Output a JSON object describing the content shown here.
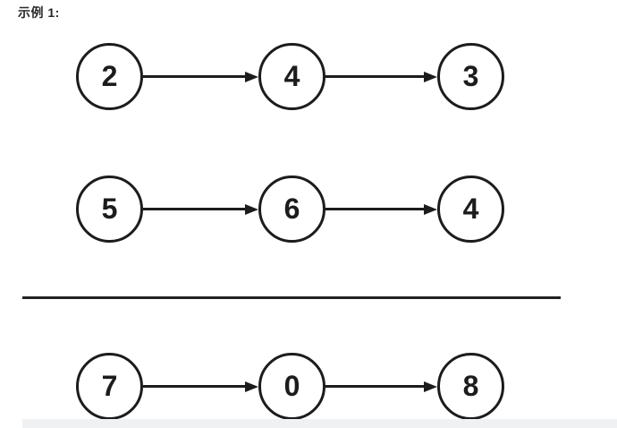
{
  "example_label": "示例 1:",
  "diagram": {
    "type": "linked-lists",
    "description": "Three singly linked lists of digit nodes connected by right-pointing arrows; the third list below a horizontal separator line.",
    "rows": [
      {
        "name": "list-1",
        "nodes": [
          "2",
          "4",
          "3"
        ]
      },
      {
        "name": "list-2",
        "nodes": [
          "5",
          "6",
          "4"
        ]
      },
      {
        "name": "result-list",
        "nodes": [
          "7",
          "0",
          "8"
        ]
      }
    ],
    "colors": {
      "stroke": "#1c1c1c",
      "background": "#ffffff",
      "separator": "#222222",
      "bottom_strip": "#f0f1f3"
    }
  }
}
